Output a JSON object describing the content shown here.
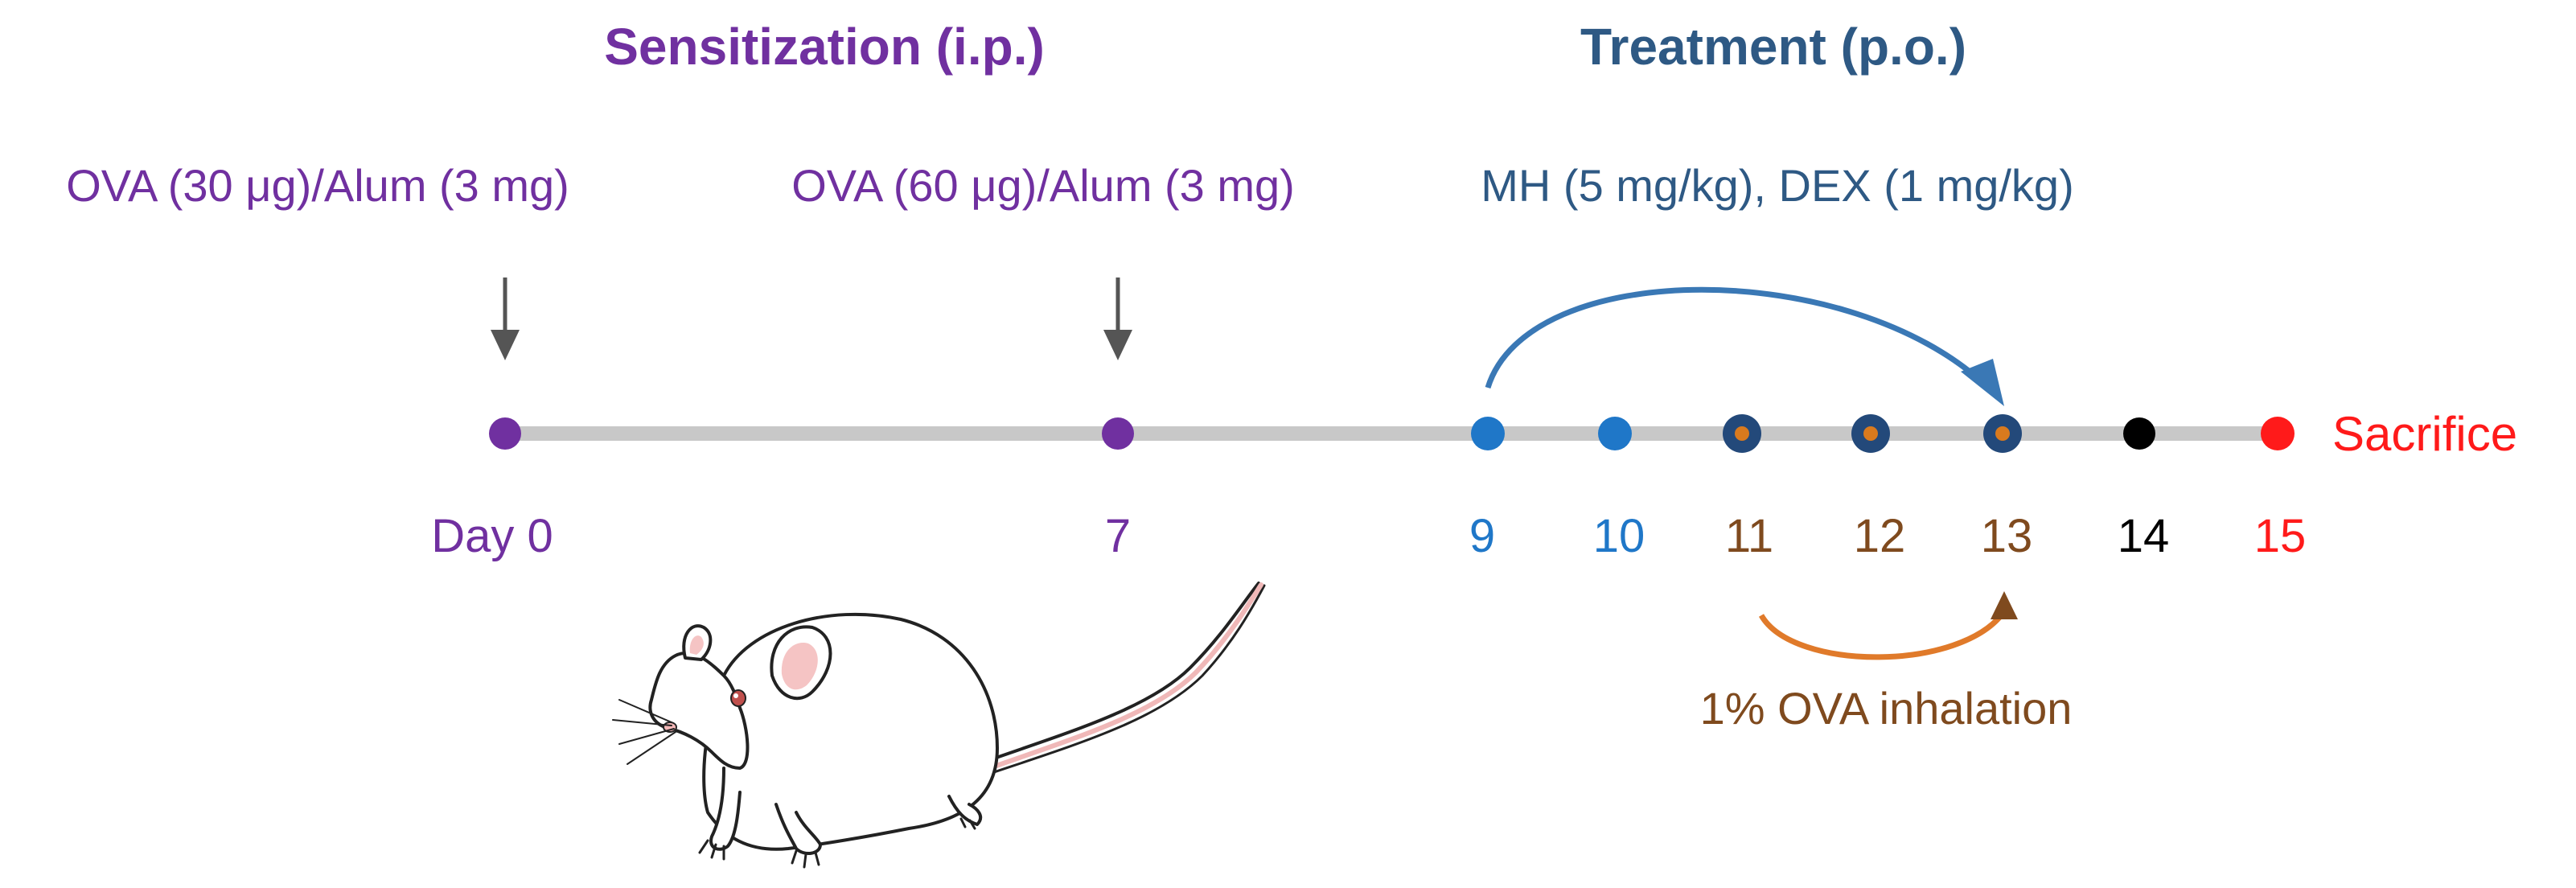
{
  "headers": {
    "sensitization": "Sensitization (i.p.)",
    "treatment": "Treatment (p.o.)"
  },
  "doses": {
    "day0": "OVA (30 μg)/Alum (3 mg)",
    "day7": "OVA (60 μg)/Alum (3 mg)",
    "treatment": "MH (5 mg/kg), DEX (1 mg/kg)"
  },
  "timeline": {
    "day_labels": [
      "Day 0",
      "7",
      "9",
      "10",
      "11",
      "12",
      "13",
      "14",
      "15"
    ],
    "end_label": "Sacrifice"
  },
  "challenge": {
    "label": "1% OVA inhalation"
  },
  "colors": {
    "sensitization": "#7030A0",
    "treatment_text": "#2E5984",
    "treatment_dot": "#1F77C8",
    "treatment_arc": "#3A78B5",
    "challenge": "#7F4A1E",
    "challenge_arc": "#E07A2A",
    "sacrifice": "#FF1A1A",
    "neutral": "#000000",
    "timeline_bar": "#C8C8C8",
    "arrow_gray": "#555555"
  },
  "icons": {
    "down_arrow": "down-arrow-icon",
    "mouse": "mouse-illustration"
  }
}
